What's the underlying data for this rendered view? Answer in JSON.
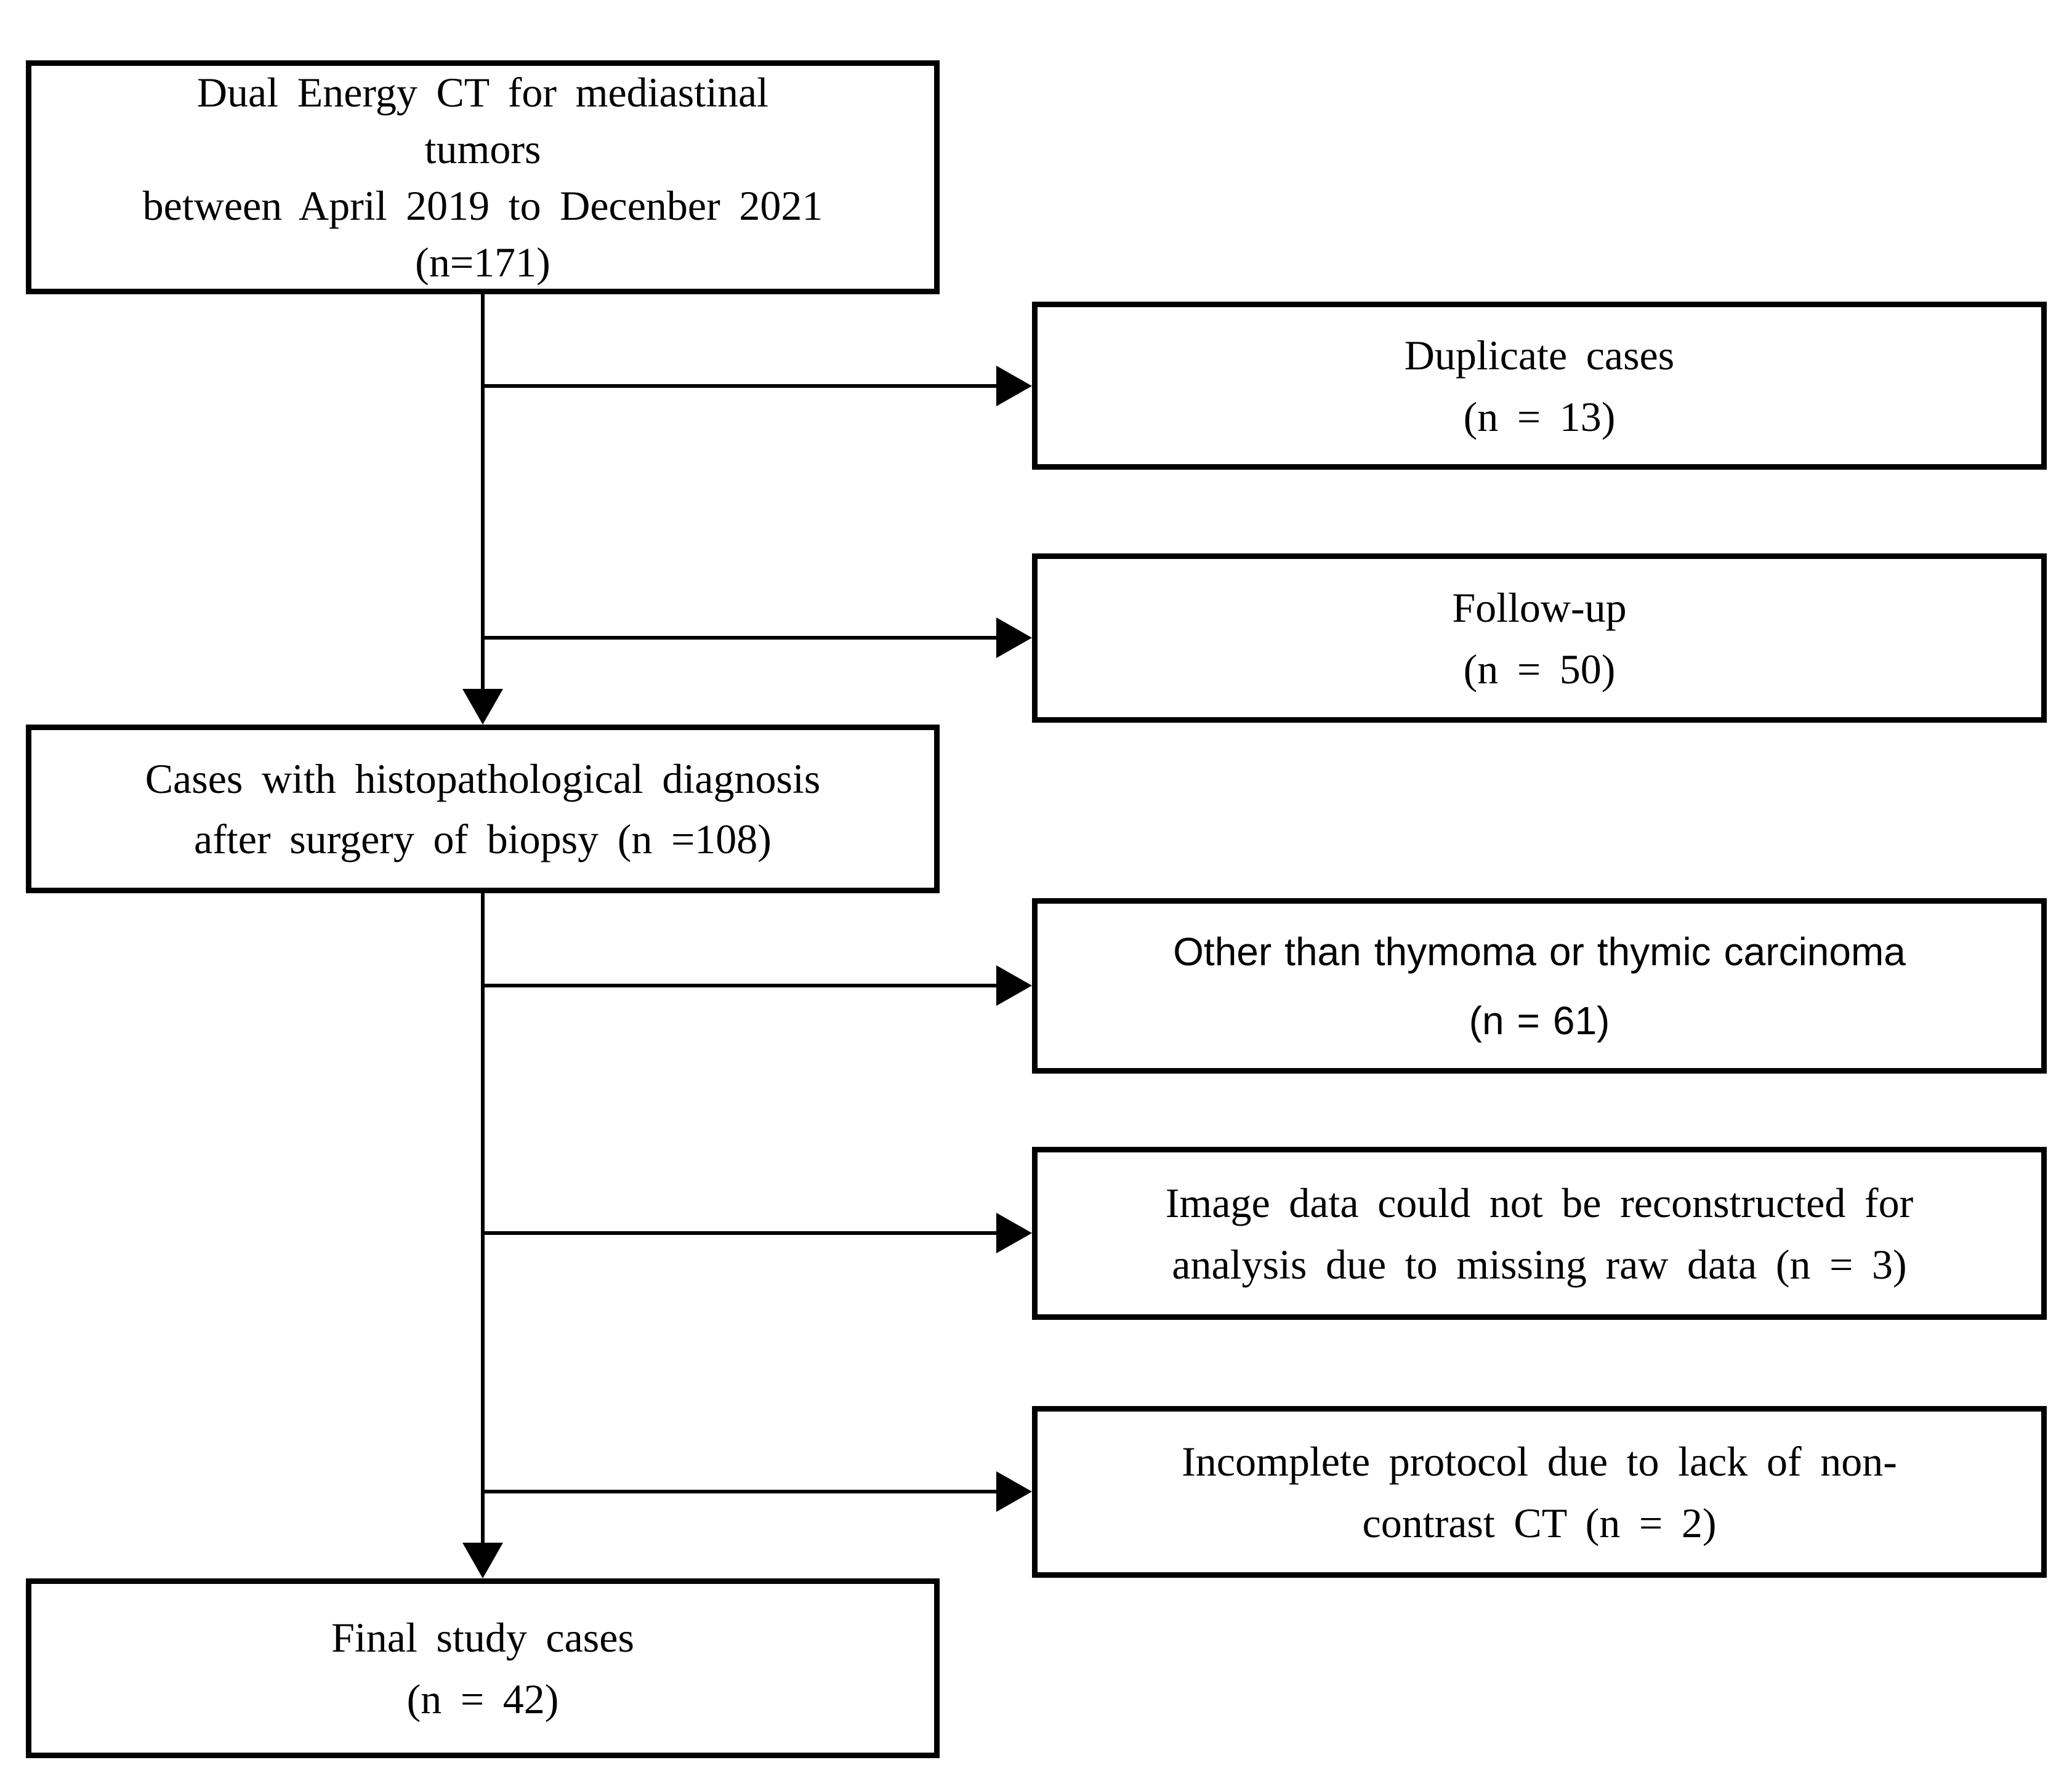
{
  "diagram": {
    "type": "flowchart",
    "colors": {
      "background": "#ffffff",
      "box_fill": "#ffffff",
      "box_border": "#000000",
      "text": "#000000",
      "connector": "#000000"
    },
    "boxes": {
      "source": {
        "lines": [
          "Dual Energy CT for mediastinal",
          "tumors",
          "between April 2019 to Decenber 2021",
          "(n=171)"
        ]
      },
      "duplicate": {
        "lines": [
          "Duplicate cases",
          "(n = 13)"
        ]
      },
      "followup": {
        "lines": [
          "Follow-up",
          "(n = 50)"
        ]
      },
      "histology": {
        "lines": [
          "Cases with histopathological diagnosis",
          "after surgery of biopsy (n =108)"
        ]
      },
      "other_tumors": {
        "lines": [
          "Other than thymoma or thymic carcinoma",
          "(n = 61)"
        ]
      },
      "missing_raw_data": {
        "lines": [
          "Image data could not be reconstructed for",
          "analysis due to missing raw data (n = 3)"
        ]
      },
      "incomplete_protocol": {
        "lines": [
          "Incomplete protocol due to lack of non-",
          "contrast CT (n = 2)"
        ]
      },
      "final": {
        "lines": [
          "Final study cases",
          "(n = 42)"
        ]
      }
    }
  }
}
